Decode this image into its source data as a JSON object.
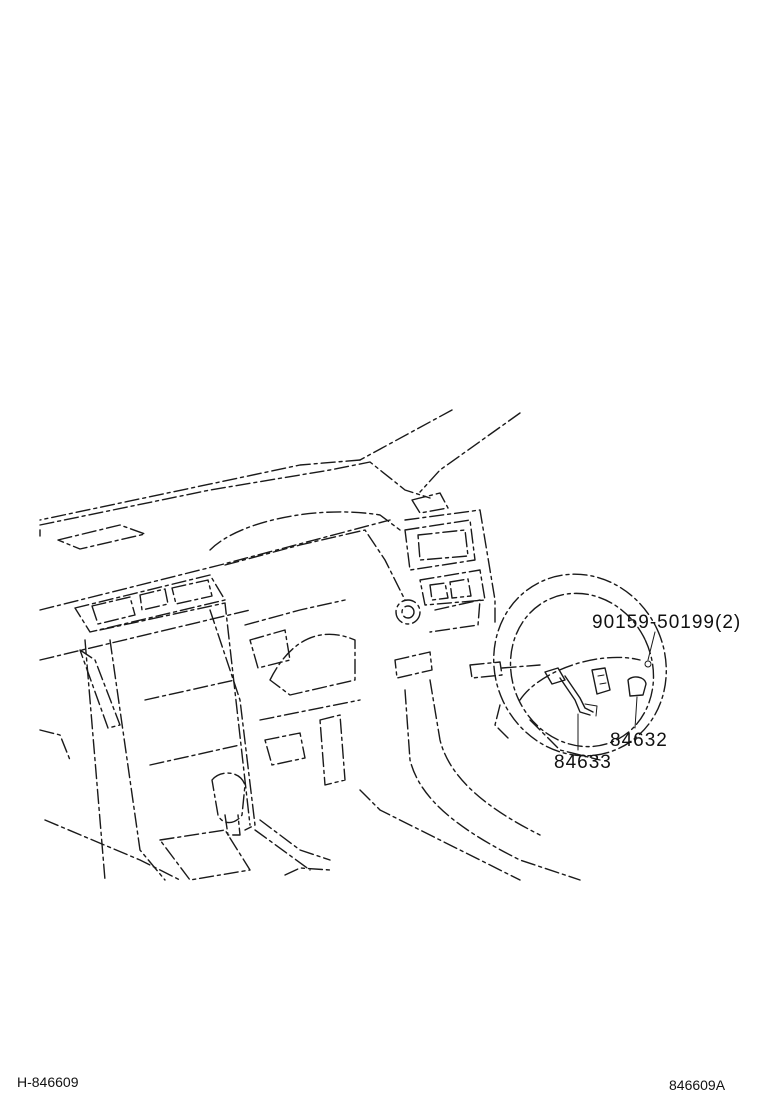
{
  "callouts": {
    "bolt": "90159-50199(2)",
    "switch_right": "84632",
    "switch_left": "84633"
  },
  "footer": {
    "figure_id_left": "H-846609",
    "figure_id_right": "846609A"
  }
}
